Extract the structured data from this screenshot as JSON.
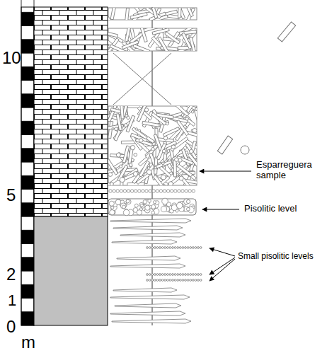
{
  "diagram": {
    "labels": [
      "10",
      "5",
      "2",
      "1",
      "0",
      "m",
      "Esparreguera sample",
      "Pisolitic level",
      "Small pisolitic levels"
    ]
  }
}
